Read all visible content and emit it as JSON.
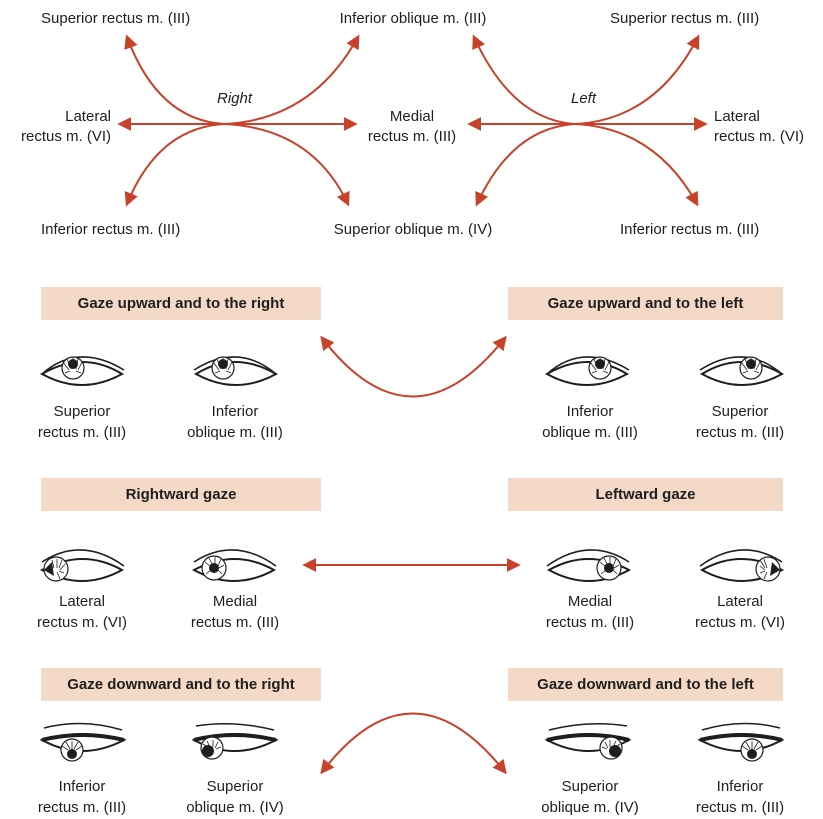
{
  "top_diagram": {
    "right_label": "Right",
    "left_label": "Left",
    "right_eye": {
      "superior": "Superior rectus m. (III)",
      "lateral_line1": "Lateral",
      "lateral_line2": "rectus m. (VI)",
      "inferior": "Inferior rectus m. (III)",
      "inferior_oblique": "Inferior oblique m. (III)",
      "medial_line1": "Medial",
      "medial_line2": "rectus m. (III)",
      "superior_oblique": "Superior oblique m. (IV)"
    },
    "left_eye": {
      "superior": "Superior rectus m. (III)",
      "lateral_line1": "Lateral",
      "lateral_line2": "rectus m. (VI)",
      "inferior": "Inferior rectus m. (III)"
    }
  },
  "rows": [
    {
      "left_banner": "Gaze upward and to the right",
      "right_banner": "Gaze upward and to the left",
      "captions": [
        [
          "Superior",
          "rectus m. (III)"
        ],
        [
          "Inferior",
          "oblique m. (III)"
        ],
        [
          "Inferior",
          "oblique m. (III)"
        ],
        [
          "Superior",
          "rectus m. (III)"
        ]
      ]
    },
    {
      "left_banner": "Rightward gaze",
      "right_banner": "Leftward gaze",
      "captions": [
        [
          "Lateral",
          "rectus m. (VI)"
        ],
        [
          "Medial",
          "rectus m. (III)"
        ],
        [
          "Medial",
          "rectus m. (III)"
        ],
        [
          "Lateral",
          "rectus m. (VI)"
        ]
      ]
    },
    {
      "left_banner": "Gaze downward and to the right",
      "right_banner": "Gaze downward and to the left",
      "captions": [
        [
          "Inferior",
          "rectus m. (III)"
        ],
        [
          "Superior",
          "oblique m. (IV)"
        ],
        [
          "Superior",
          "oblique m. (IV)"
        ],
        [
          "Inferior",
          "rectus m. (III)"
        ]
      ]
    }
  ],
  "colors": {
    "arrow": "#c8412a",
    "banner_fill": "#f4d9c6",
    "eye_stroke": "#1e1e1e"
  }
}
